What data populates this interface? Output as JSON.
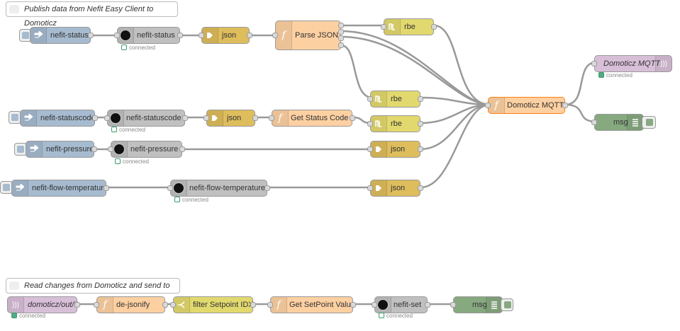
{
  "comments": {
    "publish": "Publish data from Nefit Easy Client to Domoticz",
    "read": "Read changes from Domoticz and send to Easy"
  },
  "nodes": {
    "link_status": "nefit-status",
    "easy_status": "nefit-status",
    "json1": "json",
    "parse_json": "Parse JSON",
    "rbe1": "rbe",
    "rbe2": "rbe",
    "rbe3": "rbe",
    "link_statuscode": "nefit-statuscode",
    "easy_statuscode": "nefit-statuscode",
    "json2": "json",
    "get_status_code": "Get Status Code",
    "link_pressure": "nefit-pressure",
    "easy_pressure": "nefit-pressure",
    "json3": "json",
    "link_flow": "nefit-flow-temperature",
    "easy_flow": "nefit-flow-temperature",
    "json4": "json",
    "domoticz_fn": "Domoticz MQTT",
    "mqtt_out": "Domoticz MQTT",
    "msg1": "msg",
    "mqtt_in": "domoticz/out/#",
    "dejsonify": "de-jsonify",
    "filter_setpoint": "filter Setpoint IDX",
    "get_setpoint": "Get SetPoint Value",
    "nefit_set": "nefit-set",
    "msg2": "msg"
  },
  "status": {
    "connected": "connected"
  },
  "colors": {
    "wire": "#888888",
    "link": "#a6bbcf",
    "easy": "#c0c0c0",
    "json": "#debd5c",
    "function": "#fdd0a2",
    "rbe": "#e2d96e",
    "mqtt": "#d8bfd8",
    "debug": "#87a980",
    "status_green": "#5a8"
  },
  "icons": {
    "link": "arrow-in-icon",
    "easy": "nefit-easy-icon",
    "json": "json-arrow-icon",
    "function": "function-icon",
    "rbe": "rbe-icon",
    "mqtt": "mqtt-wave-icon",
    "debug": "debug-list-icon",
    "switch": "switch-icon",
    "comment": "comment-icon"
  }
}
